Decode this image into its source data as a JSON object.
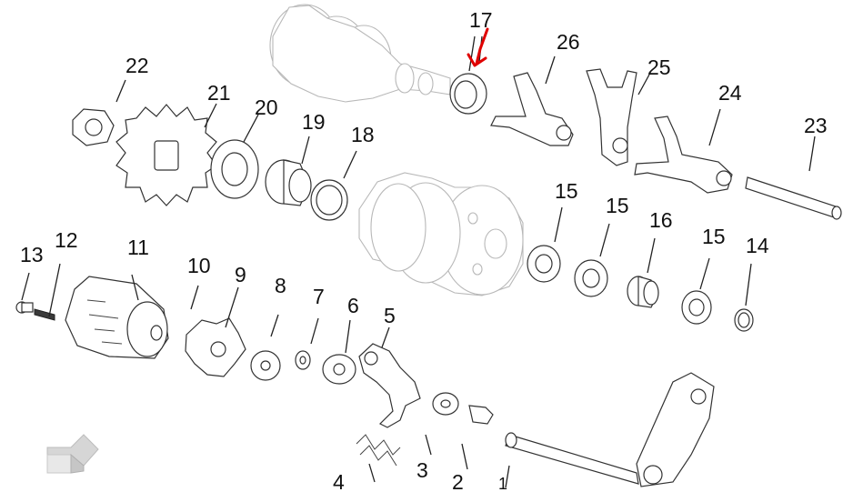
{
  "diagram": {
    "part_labels": [
      "1",
      "2",
      "3",
      "4",
      "5",
      "6",
      "7",
      "8",
      "9",
      "10",
      "11",
      "12",
      "13",
      "14",
      "15",
      "15",
      "15",
      "16",
      "17",
      "18",
      "19",
      "20",
      "21",
      "22",
      "23",
      "24",
      "25",
      "26"
    ],
    "highlight_color": "#e00000",
    "highlighted_part": "17",
    "nav_icon": "arrow-3d-icon"
  }
}
